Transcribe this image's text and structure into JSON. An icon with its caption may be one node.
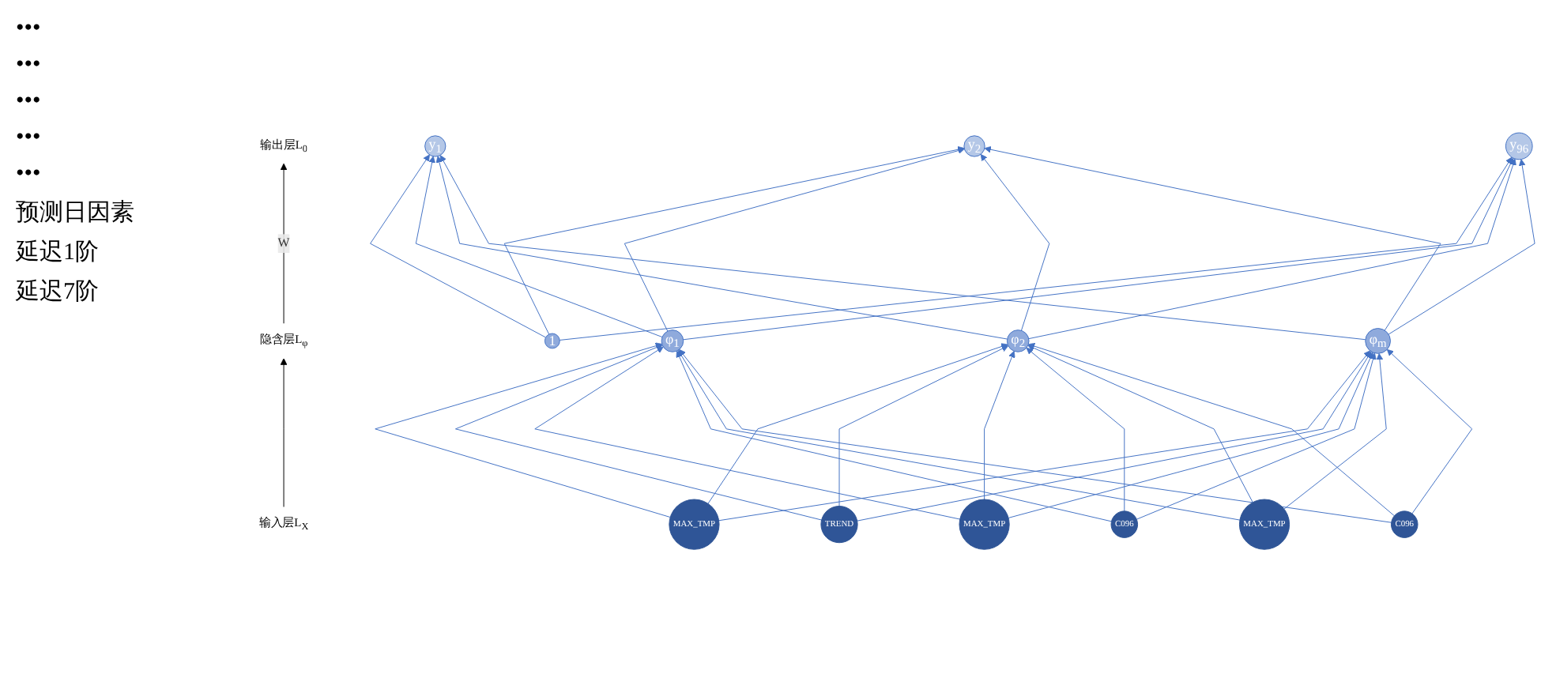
{
  "diagram": {
    "nodes": [
      {
        "text": [
          "输出层L$_{0}$"
        ]
      },
      {
        "text": [
          "y$_{1}$"
        ]
      },
      {
        "text": [
          "y$_{2}$"
        ]
      },
      {
        "text": [
          "y$_{96}$"
        ]
      },
      {
        "text": [
          "隐含层L$_{φ}$"
        ]
      },
      {
        "text": [
          "1"
        ]
      },
      {
        "text": [
          "φ$_{1}$"
        ]
      },
      {
        "text": [
          "φ$_{2}$"
        ]
      },
      {
        "text": [
          "φ$_{m}$"
        ]
      },
      {
        "text": [
          "输入层L$_{X}$"
        ]
      },
      {
        "text": [
          "MAX_TMP"
        ]
      },
      {
        "text": [
          "TREND"
        ]
      },
      {
        "text": [
          "MAX_TMP"
        ]
      },
      {
        "text": [
          "C096"
        ]
      },
      {
        "text": [
          "MAX_TMP"
        ]
      },
      {
        "text": [
          "C096"
        ]
      }
    ],
    "edges": [
      {
        "from": 9,
        "to": 4,
        "arrow": "to",
        "color": "#000000"
      },
      {
        "from": 4,
        "to": 0,
        "arrow": "to",
        "label": "W",
        "color": "#000000"
      },
      {
        "from": 5,
        "to": 1,
        "arrow": "to"
      },
      {
        "from": 5,
        "to": 2,
        "arrow": "to"
      },
      {
        "from": 5,
        "to": 3,
        "arrow": "to"
      },
      {
        "from": 6,
        "to": 1,
        "arrow": "to"
      },
      {
        "from": 6,
        "to": 2,
        "arrow": "to"
      },
      {
        "from": 6,
        "to": 3,
        "arrow": "to"
      },
      {
        "from": 7,
        "to": 1,
        "arrow": "to"
      },
      {
        "from": 7,
        "to": 2,
        "arrow": "to"
      },
      {
        "from": 7,
        "to": 3,
        "arrow": "to"
      },
      {
        "from": 8,
        "to": 1,
        "arrow": "to"
      },
      {
        "from": 8,
        "to": 2,
        "arrow": "to"
      },
      {
        "from": 8,
        "to": 3,
        "arrow": "to"
      },
      {
        "from": 10,
        "to": 6,
        "arrow": "to"
      },
      {
        "from": 10,
        "to": 7,
        "arrow": "to"
      },
      {
        "from": 10,
        "to": 8,
        "arrow": "to"
      },
      {
        "from": 11,
        "to": 6,
        "arrow": "to"
      },
      {
        "from": 11,
        "to": 7,
        "arrow": "to"
      },
      {
        "from": 11,
        "to": 8,
        "arrow": "to"
      },
      {
        "from": 12,
        "to": 6,
        "arrow": "to"
      },
      {
        "from": 12,
        "to": 7,
        "arrow": "to"
      },
      {
        "from": 12,
        "to": 8,
        "arrow": "to"
      },
      {
        "from": 13,
        "to": 6,
        "arrow": "to"
      },
      {
        "from": 13,
        "to": 7,
        "arrow": "to"
      },
      {
        "from": 13,
        "to": 8,
        "arrow": "to"
      },
      {
        "from": 14,
        "to": 6,
        "arrow": "to"
      },
      {
        "from": 14,
        "to": 7,
        "arrow": "to"
      },
      {
        "from": 14,
        "to": 8,
        "arrow": "to"
      },
      {
        "from": 15,
        "to": 6,
        "arrow": "to"
      },
      {
        "from": 15,
        "to": 7,
        "arrow": "to"
      },
      {
        "from": 15,
        "to": 8,
        "arrow": "to"
      }
    ],
    "labels": [
      "•••",
      "•••",
      "•••",
      "•••",
      "•••",
      "预测日因素",
      "延迟1阶",
      "延迟7阶"
    ]
  }
}
